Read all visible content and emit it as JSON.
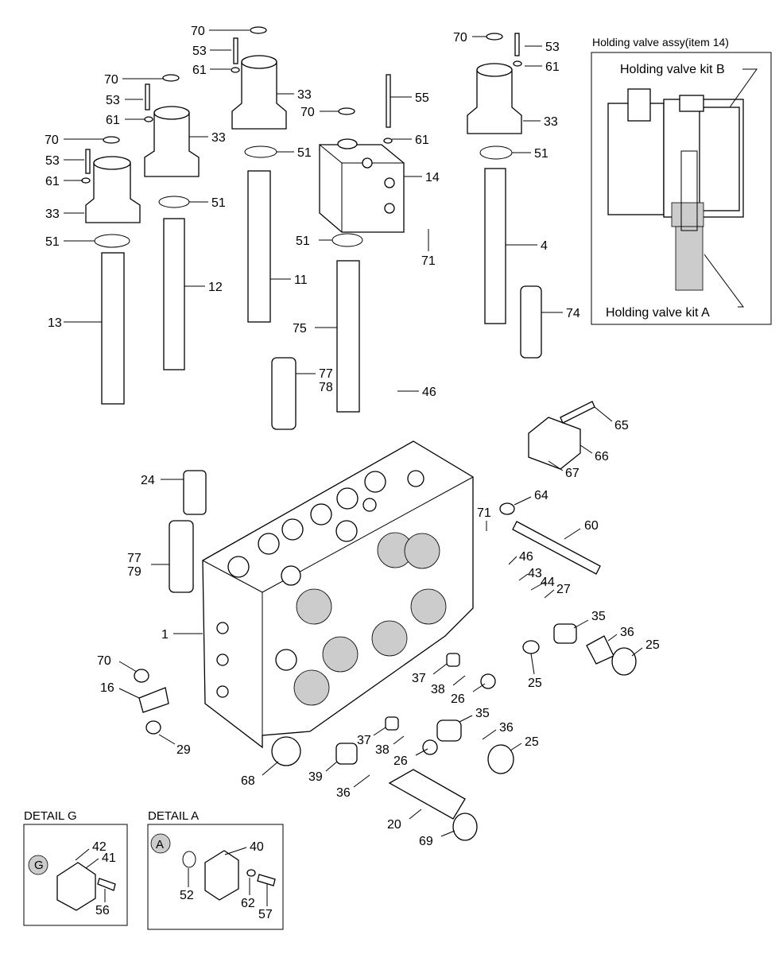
{
  "inset": {
    "title": "Holding valve assy(item 14)",
    "kit_b": "Holding valve kit B",
    "kit_a": "Holding valve kit A"
  },
  "details": {
    "g_title": "DETAIL  G",
    "a_title": "DETAIL  A",
    "g_marker": "G",
    "a_marker": "A"
  },
  "callouts": [
    "70",
    "53",
    "61",
    "33",
    "70",
    "53",
    "61",
    "33",
    "70",
    "53",
    "61",
    "33",
    "51",
    "51",
    "51",
    "13",
    "12",
    "11",
    "55",
    "70",
    "61",
    "14",
    "51",
    "71",
    "75",
    "77",
    "78",
    "46",
    "70",
    "53",
    "61",
    "33",
    "51",
    "4",
    "74",
    "65",
    "66",
    "67",
    "24",
    "64",
    "71",
    "60",
    "46",
    "43",
    "44",
    "27",
    "77",
    "79",
    "1",
    "35",
    "36",
    "25",
    "70",
    "16",
    "37",
    "38",
    "26",
    "25",
    "29",
    "37",
    "38",
    "26",
    "35",
    "36",
    "25",
    "68",
    "39",
    "36",
    "20",
    "69",
    "42",
    "41",
    "56",
    "40",
    "52",
    "62",
    "57"
  ],
  "colors": {
    "shade": "#cccccc",
    "ink": "#000000"
  }
}
